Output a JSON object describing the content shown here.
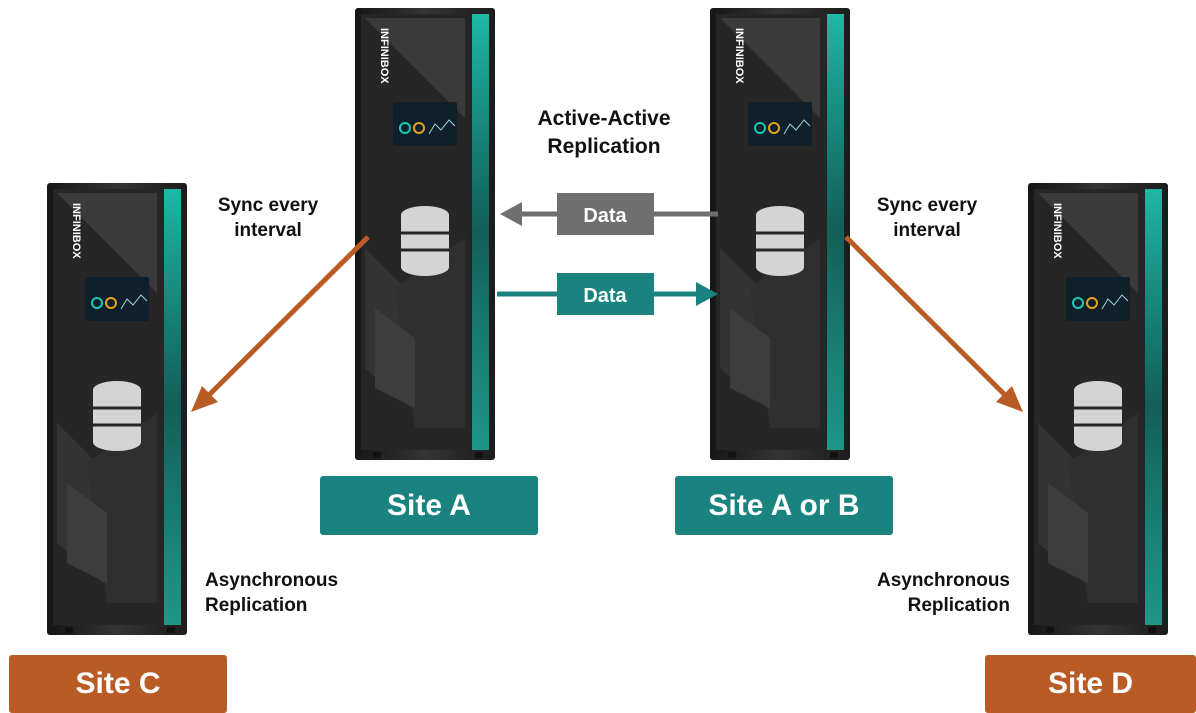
{
  "rack": {
    "brand": "INFINIBOX"
  },
  "labels": {
    "sync_left": [
      "Sync every",
      "interval"
    ],
    "sync_right": [
      "Sync every",
      "interval"
    ],
    "active_active": [
      "Active-Active",
      "Replication"
    ],
    "async_left": [
      "Asynchronous",
      "Replication"
    ],
    "async_right": [
      "Asynchronous",
      "Replication"
    ]
  },
  "flows": {
    "to_site_a": "Data",
    "to_site_b": "Data"
  },
  "sites": {
    "a": "Site A",
    "ab": "Site A or B",
    "c": "Site C",
    "d": "Site D"
  },
  "colors": {
    "teal": "#1a837f",
    "orange": "#b85b24",
    "gray": "#6f6f6f",
    "rack": "#2a2a2a",
    "rack_glow": "#1ec8b4"
  }
}
